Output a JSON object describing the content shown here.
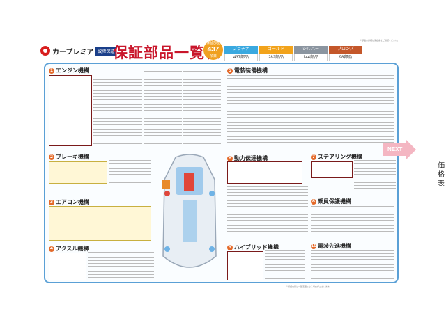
{
  "header": {
    "brand": "カープレミア",
    "badge": "故障保証",
    "title": "保証部品一覧表",
    "count_prefix": "保証部品",
    "count": "437",
    "count_suffix": "項目",
    "legal_note": "※部品の詳細は保証書をご確認ください。"
  },
  "plans": [
    {
      "name": "プラチナ",
      "count": "437部品",
      "color": "#3aa9e0"
    },
    {
      "name": "ゴールド",
      "count": "282部品",
      "color": "#f2a31b"
    },
    {
      "name": "シルバー",
      "count": "144部品",
      "color": "#8b95a0"
    },
    {
      "name": "ブロンズ",
      "count": "98部品",
      "color": "#c4572a"
    }
  ],
  "sections": [
    {
      "num": "1",
      "name": "エンジン機構"
    },
    {
      "num": "2",
      "name": "ブレーキ機構"
    },
    {
      "num": "3",
      "name": "エアコン機構"
    },
    {
      "num": "4",
      "name": "アクスル機構"
    },
    {
      "num": "5",
      "name": "電装装備機構"
    },
    {
      "num": "6",
      "name": "動力伝達機構"
    },
    {
      "num": "7",
      "name": "ステアリング機構"
    },
    {
      "num": "8",
      "name": "乗員保護機構"
    },
    {
      "num": "9",
      "name": "ハイブリッド機構"
    },
    {
      "num": "10",
      "name": "電装先進機構"
    }
  ],
  "next": "NEXT",
  "side_label": [
    "価",
    "格",
    "表"
  ],
  "footer": "※保証内容は一部変更となる場合がございます。"
}
